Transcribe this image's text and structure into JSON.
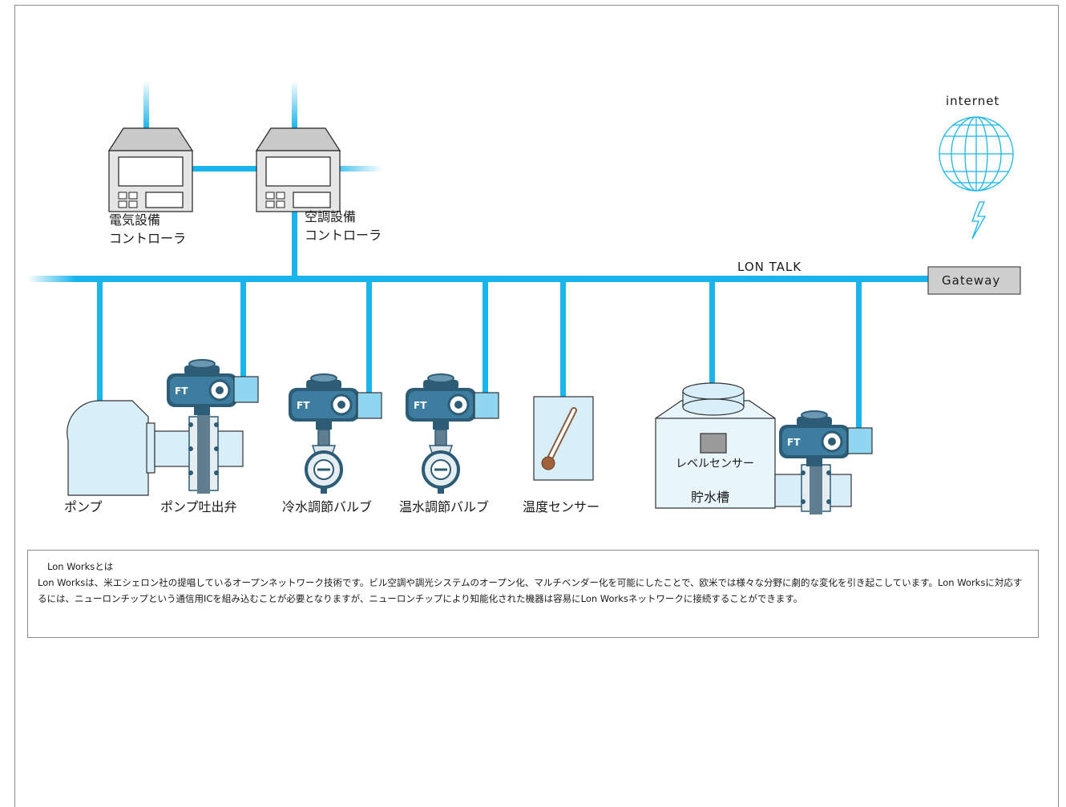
{
  "labels": {
    "internet": "internet",
    "lon_talk": "LON TALK",
    "gateway": "Gateway",
    "elec_controller_1": "電気設備",
    "elec_controller_2": "コントローラ",
    "hvac_controller_1": "空調設備",
    "hvac_controller_2": "コントローラ",
    "pump": "ポンプ",
    "pump_valve": "ポンプ吐出弁",
    "chilled_valve": "冷水調節バルブ",
    "hot_valve": "温水調節バルブ",
    "temp_sensor": "温度センサー",
    "level_sensor": "レベルセンサー",
    "water_tank": "貯水槽"
  },
  "note": {
    "title": "Lon Worksとは",
    "body": "Lon Worksは、米エシェロン社の提唱しているオープンネットワーク技術です。ビル空調や調光システムのオープン化、マルチベンダー化を可能にしたことで、欧米では様々な分野に劇的な変化を引き起こしています。Lon Worksに対応するには、ニューロンチップという通信用ICを組み込むことが必要となりますが、ニューロンチップにより知能化された機器は容易にLon Worksネットワークに接続することができます。"
  },
  "colors": {
    "bus": "#19b5ec",
    "device_fill": "#d8eef9",
    "actuator": "#2d5c76",
    "box_grey": "#cfcfcf"
  }
}
